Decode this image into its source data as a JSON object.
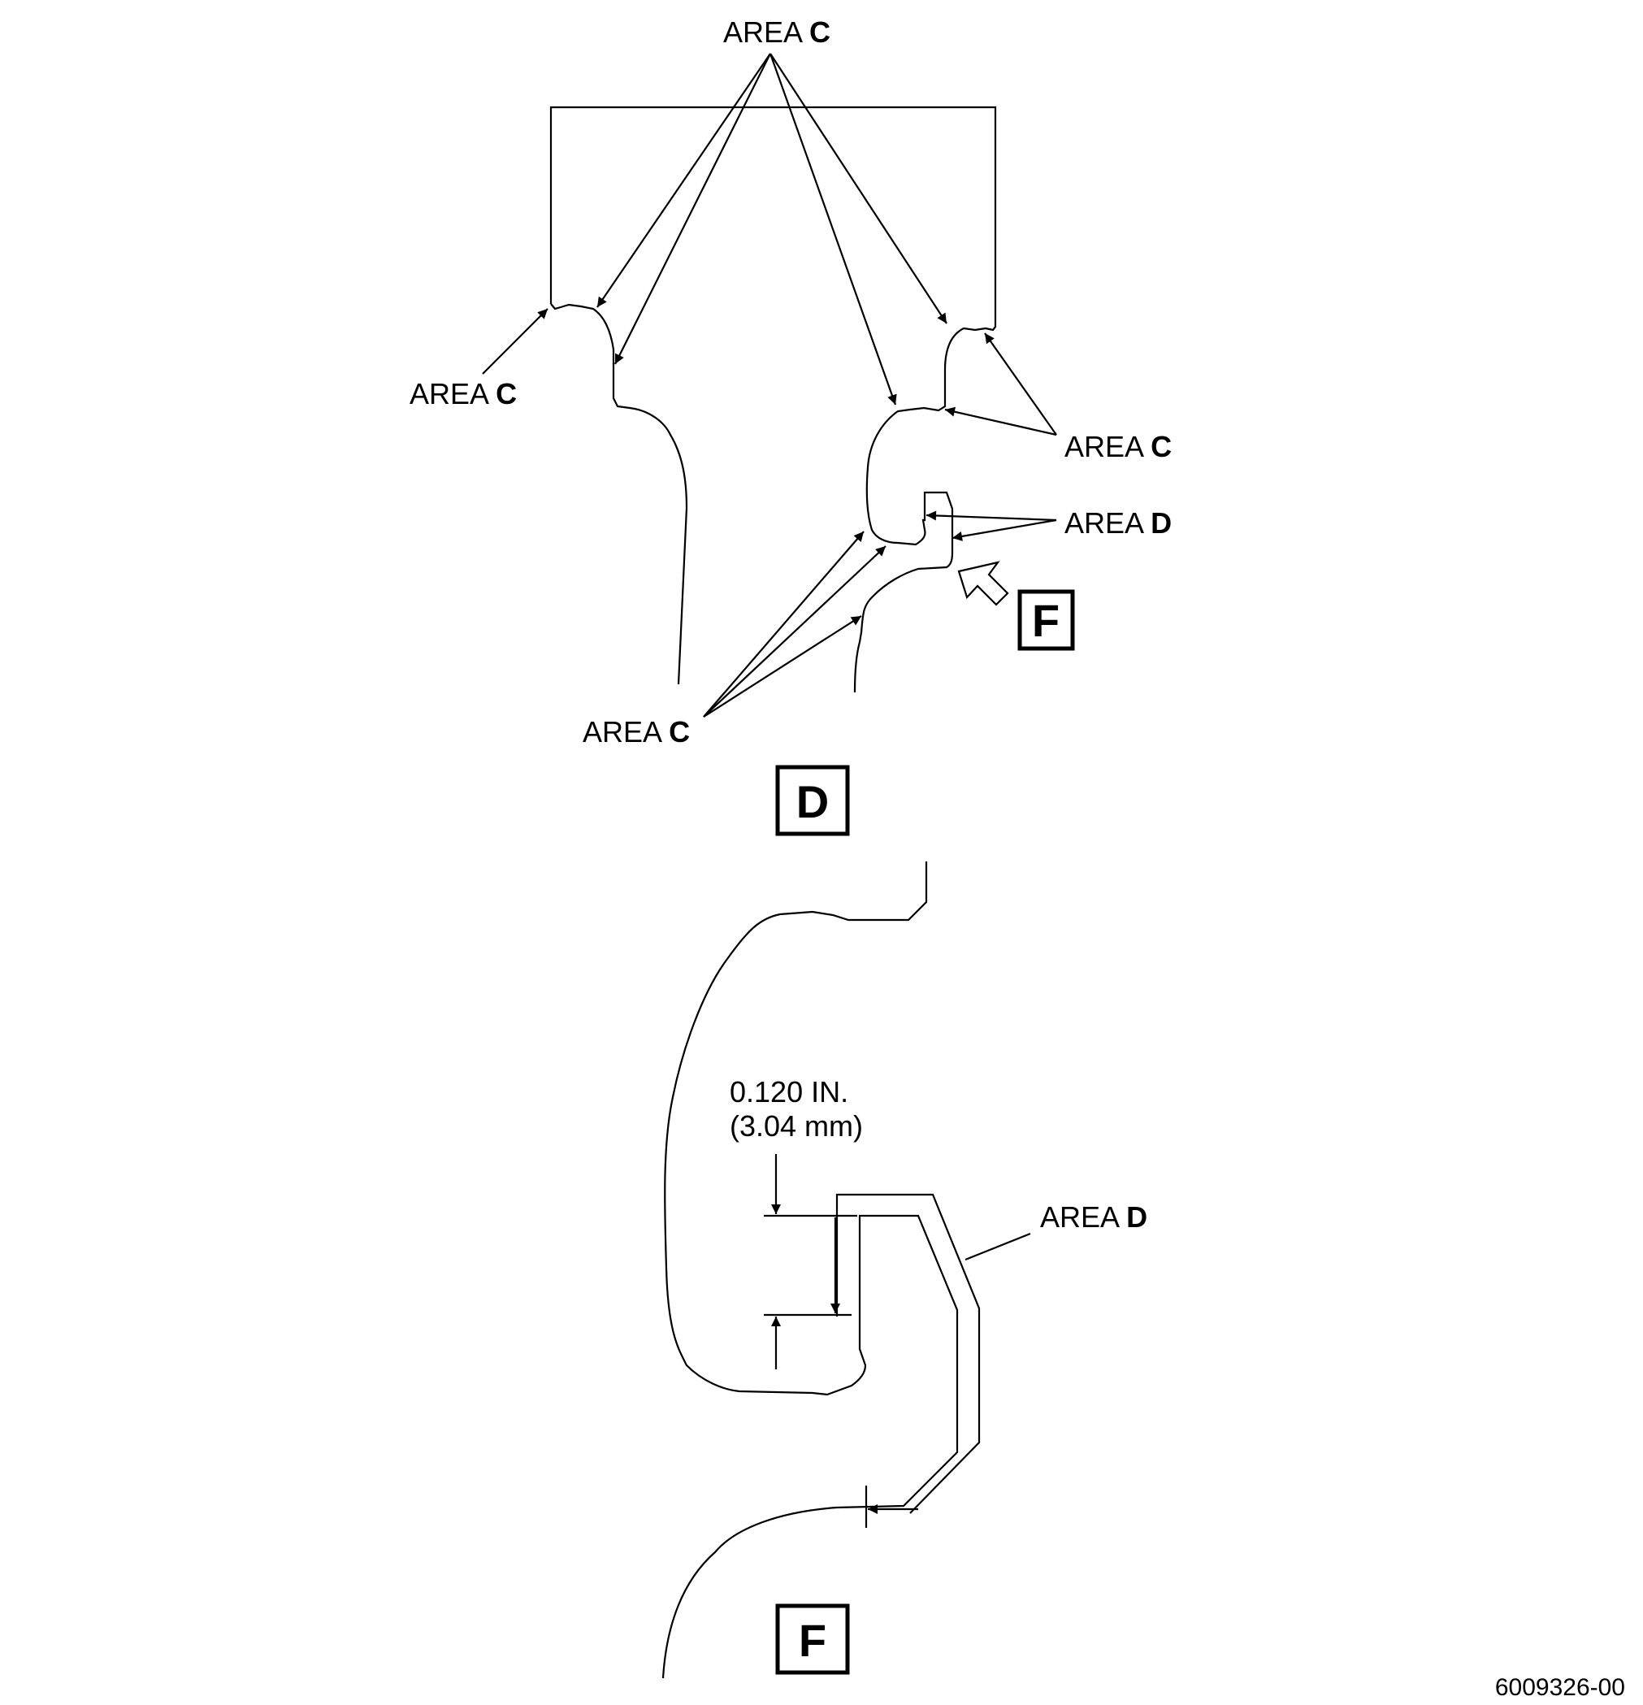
{
  "colors": {
    "line": "#000000",
    "background": "#ffffff"
  },
  "view_d": {
    "id": "D",
    "labels": {
      "area_c_top": {
        "prefix": "AREA ",
        "letter": "C"
      },
      "area_c_left": {
        "prefix": "AREA ",
        "letter": "C"
      },
      "area_c_right": {
        "prefix": "AREA ",
        "letter": "C"
      },
      "area_d_right": {
        "prefix": "AREA ",
        "letter": "D"
      },
      "area_c_bottom": {
        "prefix": "AREA ",
        "letter": "C"
      }
    },
    "view_arrow_ref": "F"
  },
  "view_f": {
    "id": "F",
    "dimension": {
      "inches": "0.120 IN.",
      "metric": "(3.04 mm)"
    },
    "area_d_label": {
      "prefix": "AREA ",
      "letter": "D"
    }
  },
  "figure_number": "6009326-00"
}
